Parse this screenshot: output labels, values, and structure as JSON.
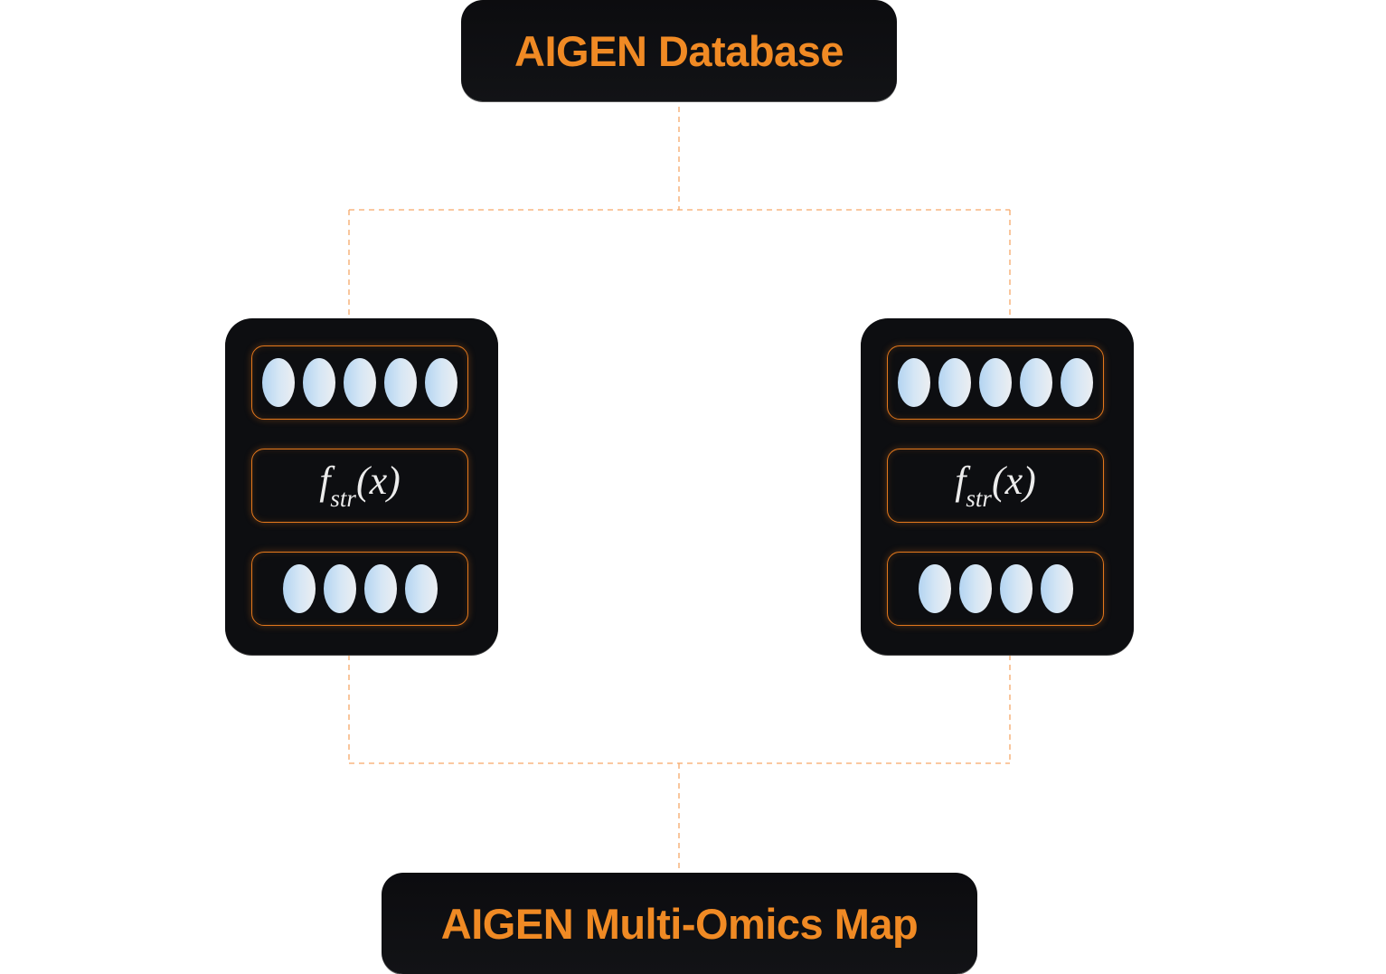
{
  "diagram": {
    "accent_color": "#f08a24",
    "connector_color": "#f6a868",
    "source": {
      "label": "AIGEN Database"
    },
    "target": {
      "label": "AIGEN Multi-Omics Map"
    },
    "modules": [
      {
        "id": "left",
        "input_layer_nodes": 5,
        "function": {
          "base": "f",
          "subscript": "str",
          "argument": "(x)"
        },
        "output_layer_nodes": 4
      },
      {
        "id": "right",
        "input_layer_nodes": 5,
        "function": {
          "base": "f",
          "subscript": "str",
          "argument": "(x)"
        },
        "output_layer_nodes": 4
      }
    ],
    "edges": [
      {
        "from": "source",
        "to": "left"
      },
      {
        "from": "source",
        "to": "right"
      },
      {
        "from": "left",
        "to": "target"
      },
      {
        "from": "right",
        "to": "target"
      }
    ]
  }
}
